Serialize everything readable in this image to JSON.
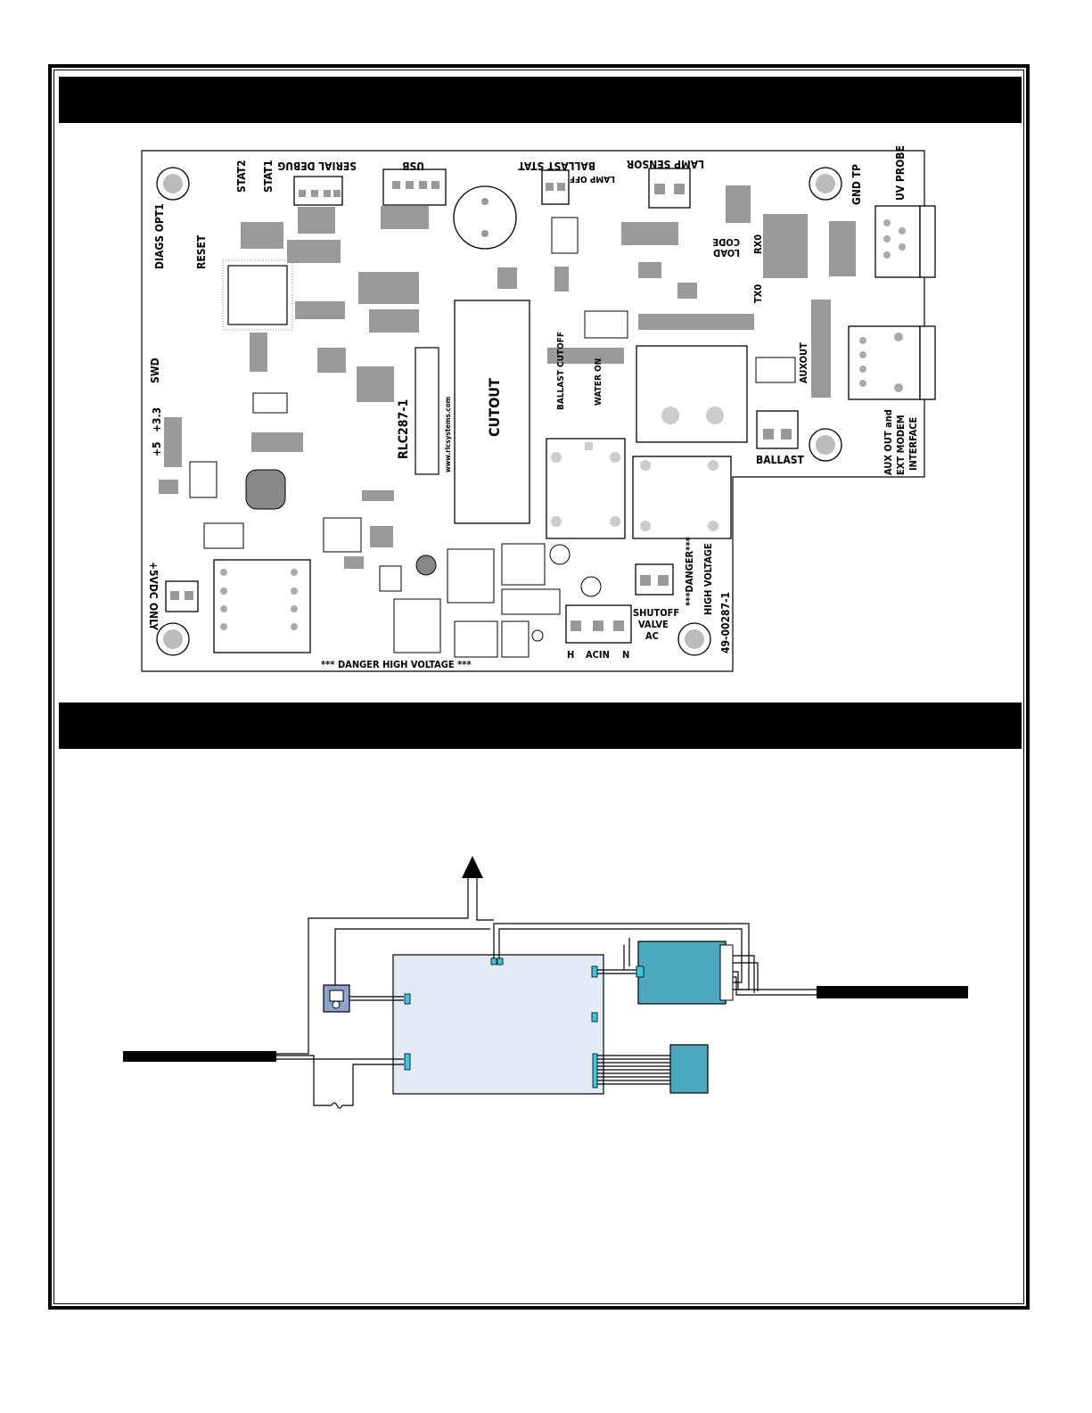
{
  "labels": {
    "serial_debug": "SERIAL DEBUG",
    "usb": "USB",
    "ballast_stat": "BALLAST STAT",
    "lamp_sensor": "LAMP SENSOR",
    "lamp_off": "LAMP OFF",
    "gnd_tp": "GND TP",
    "uv_probe": "UV PROBE",
    "stat1": "STAT1",
    "stat2": "STAT2",
    "diags_opt1": "DIAGS OPT1",
    "reset": "RESET",
    "swd": "SWD",
    "plus5": "+5",
    "plus33": "+3.3",
    "cutout": "CUTOUT",
    "board_name": "RLC287-1",
    "website": "www.rlcsystems.com",
    "ballast_cutoff": "BALLAST CUTOFF",
    "water_on": "WATER ON",
    "code": "CODE",
    "load": "LOAD",
    "rx0": "RX0",
    "tx0": "TX0",
    "auxout": "AUXOUT",
    "aux_line1": "AUX OUT and",
    "aux_line2": "EXT MODEM",
    "aux_line3": "INTERFACE",
    "ballast": "BALLAST",
    "danger_line1": "***DANGER***",
    "danger_line2": "HIGH VOLTAGE",
    "part_number": "49-00287-1",
    "shutoff_line1": "SHUTOFF",
    "shutoff_line2": "VALVE",
    "shutoff_line3": "AC",
    "acin": "ACIN",
    "h": "H",
    "n": "N",
    "danger_bottom": "*** DANGER HIGH VOLTAGE ***",
    "vdc_line1": "+5VDC",
    "vdc_line2": "ONLY"
  },
  "colors": {
    "board_fill": "#e3e9f5",
    "module_fill": "#4aa8bf",
    "connector_fill": "#3cc8dc",
    "wire_black": "#000000"
  }
}
